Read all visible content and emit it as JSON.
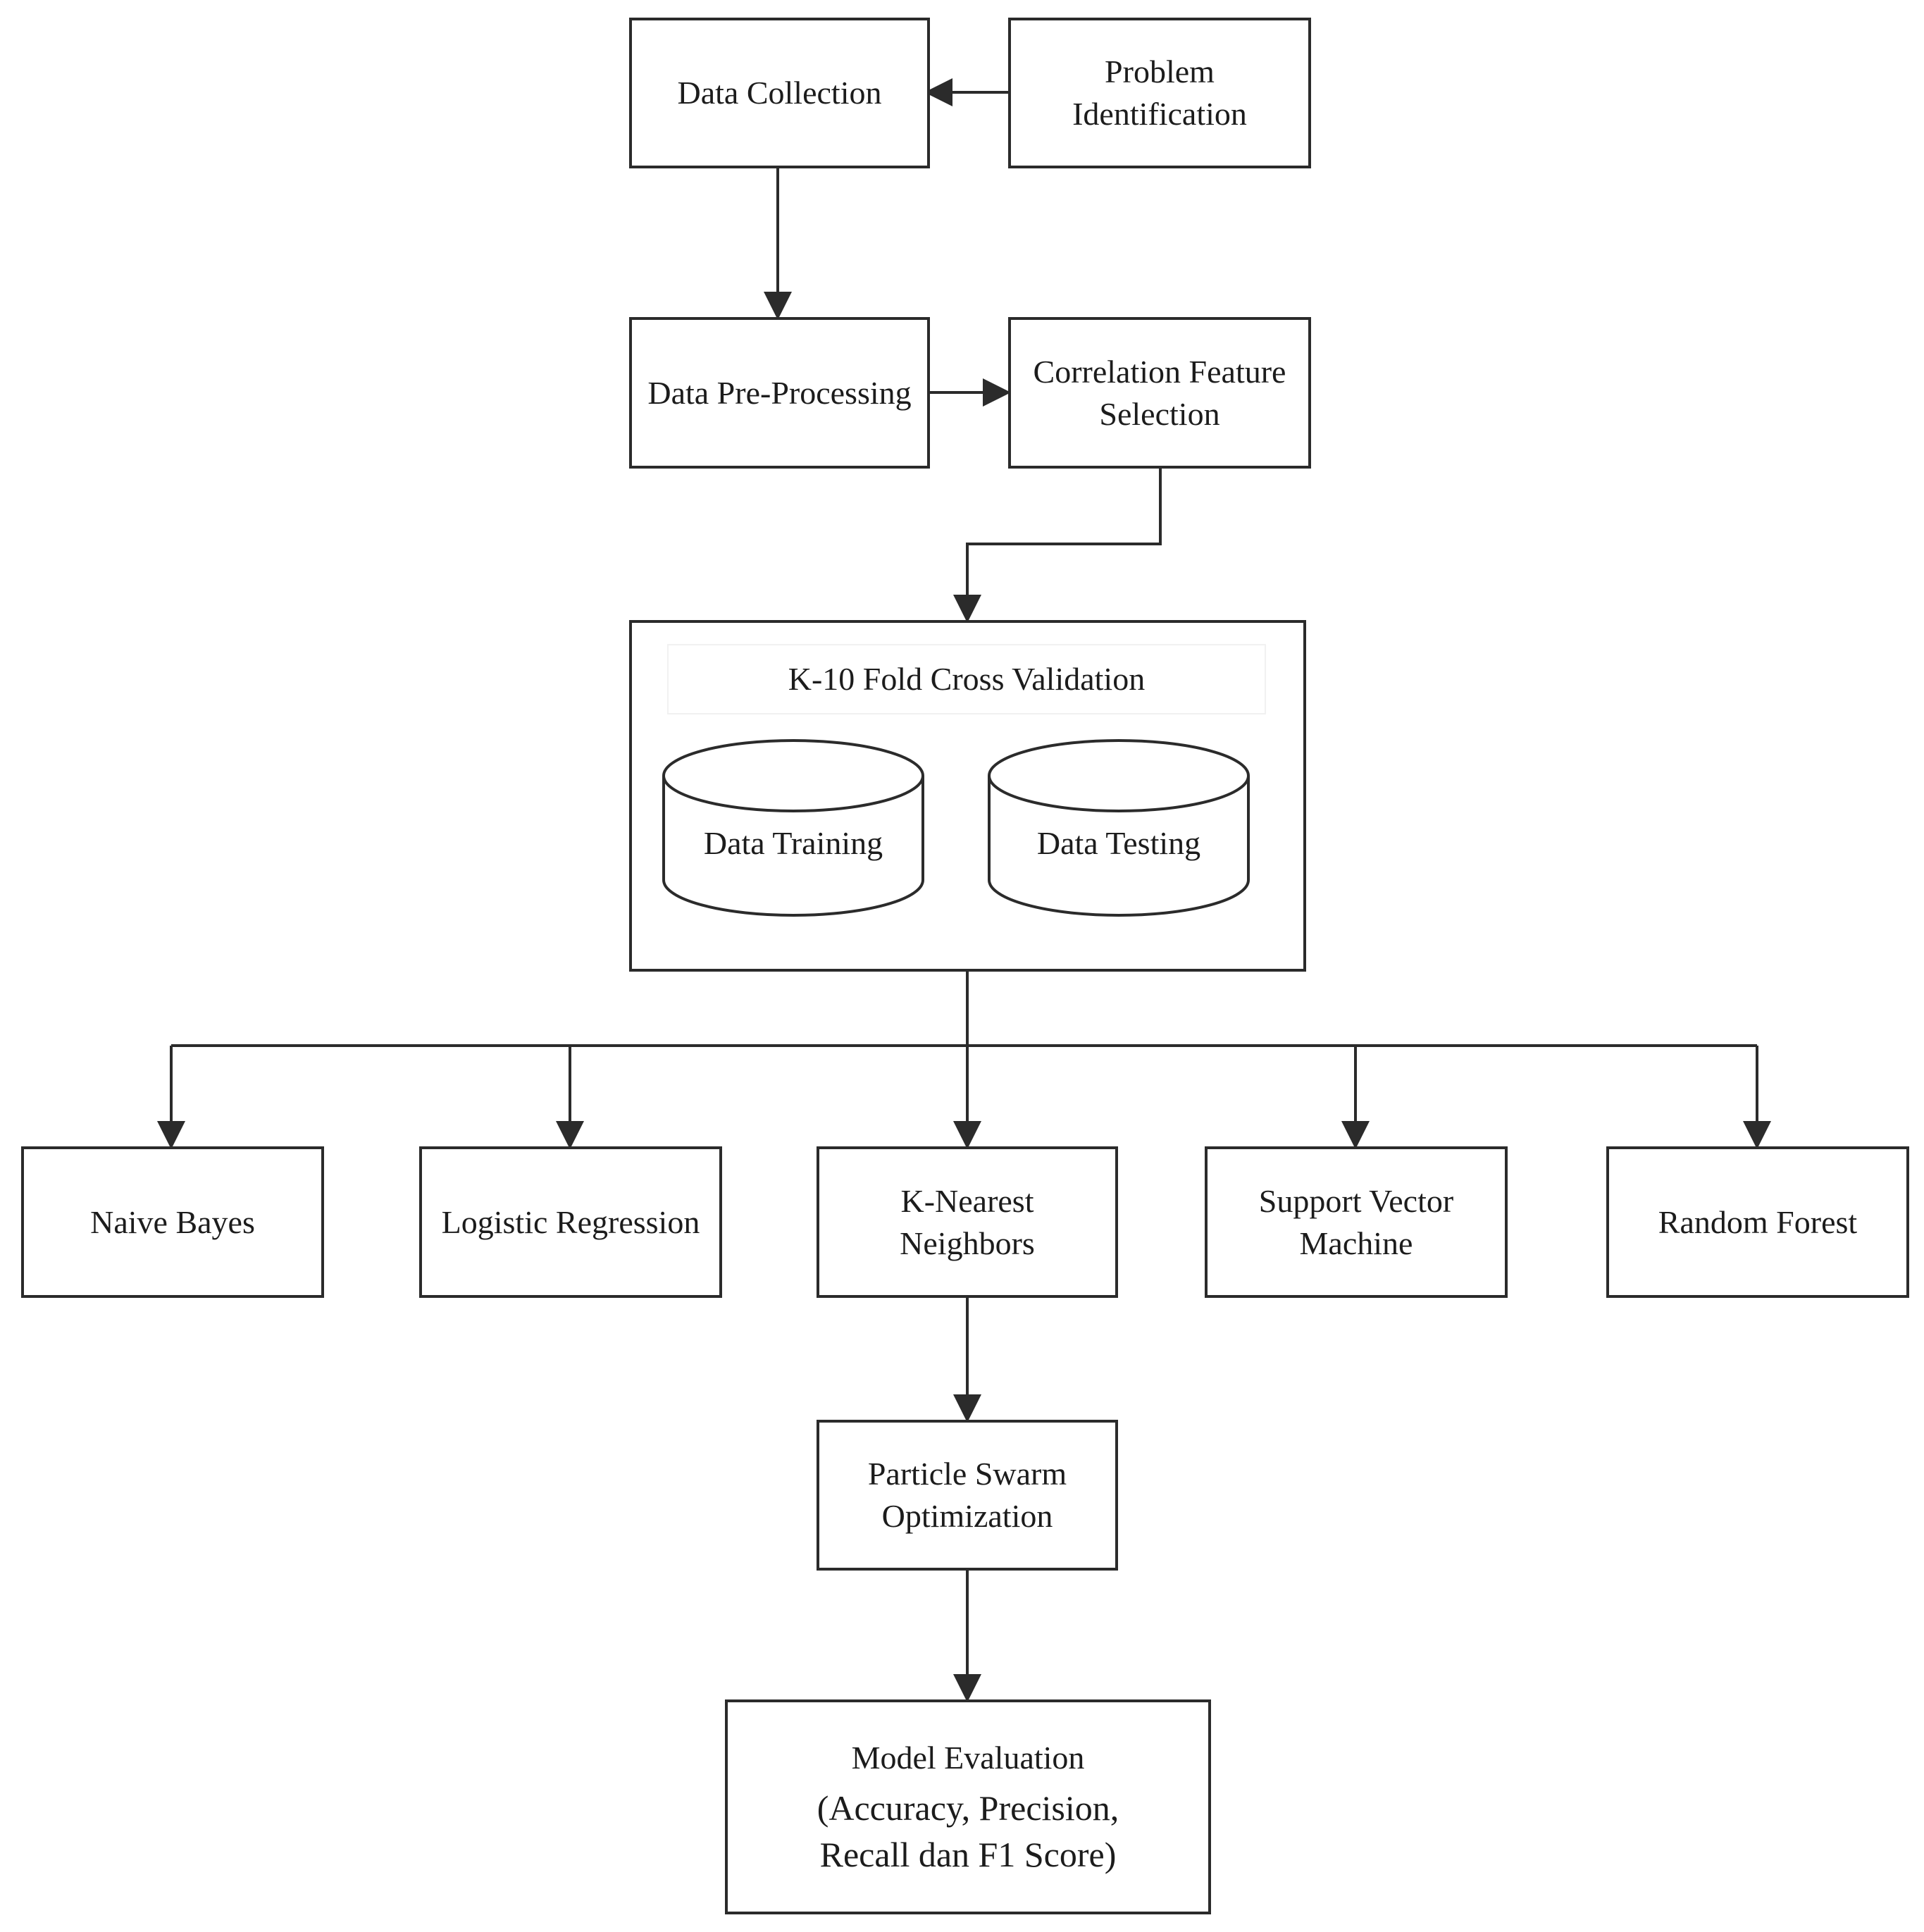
{
  "nodes": {
    "data_collection": "Data Collection",
    "problem_identification": "Problem\nIdentification",
    "data_preprocessing": "Data Pre-Processing",
    "correlation_feature_selection": "Correlation Feature\nSelection",
    "kfold": {
      "title": "K-10 Fold Cross Validation",
      "training": "Data Training",
      "testing": "Data Testing"
    },
    "naive_bayes": "Naive Bayes",
    "logistic_regression": "Logistic Regression",
    "knn": "K-Nearest\nNeighbors",
    "svm": "Support Vector\nMachine",
    "random_forest": "Random Forest",
    "pso": "Particle Swarm\nOptimization",
    "evaluation": {
      "title": "Model Evaluation",
      "metrics": "(Accuracy, Precision,\nRecall dan F1 Score)"
    }
  },
  "edges": [
    {
      "from": "problem_identification",
      "to": "data_collection"
    },
    {
      "from": "data_collection",
      "to": "data_preprocessing"
    },
    {
      "from": "data_preprocessing",
      "to": "correlation_feature_selection"
    },
    {
      "from": "correlation_feature_selection",
      "to": "kfold"
    },
    {
      "from": "kfold",
      "to": "naive_bayes"
    },
    {
      "from": "kfold",
      "to": "logistic_regression"
    },
    {
      "from": "kfold",
      "to": "knn"
    },
    {
      "from": "kfold",
      "to": "svm"
    },
    {
      "from": "kfold",
      "to": "random_forest"
    },
    {
      "from": "knn",
      "to": "pso"
    },
    {
      "from": "pso",
      "to": "evaluation"
    }
  ],
  "colors": {
    "stroke": "#2b2b2b",
    "text": "#1c1c1c",
    "background": "#ffffff"
  }
}
